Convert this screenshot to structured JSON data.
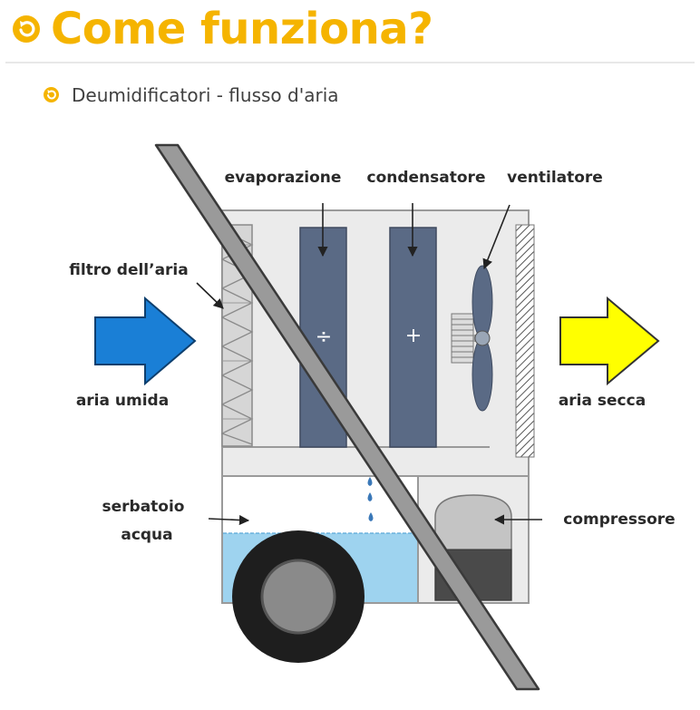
{
  "header": {
    "title": "Come funziona?"
  },
  "subtitle": "Deumidificatori - flusso d'aria",
  "labels": {
    "evaporazione": "evaporazione",
    "condensatore": "condensatore",
    "ventilatore": "ventilatore",
    "filtro": "filtro dell’aria",
    "aria_umida": "aria umida",
    "aria_secca": "aria secca",
    "serbatoio_1": "serbatoio",
    "serbatoio_2": "acqua",
    "compressore": "compressore",
    "minus_sign": "÷",
    "plus_sign": "+"
  },
  "colors": {
    "accent": "#f5b400",
    "inlet_arrow": "#1a7fd6",
    "outlet_arrow": "#ffff00",
    "coil": "#5a6a85",
    "water": "#9ed3ef"
  },
  "icons": {
    "title": "circular-arrow-icon",
    "subtitle": "circular-arrow-icon"
  }
}
